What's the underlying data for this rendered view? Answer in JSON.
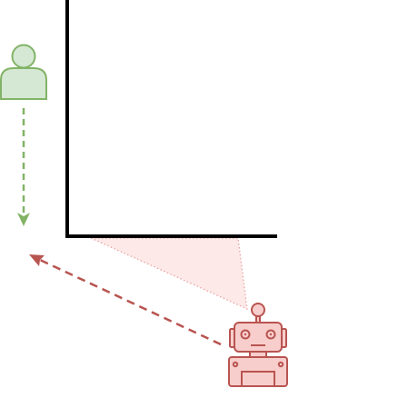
{
  "diagram": {
    "elements": {
      "wall": {
        "color": "#000000"
      },
      "person": {
        "icon": "person-icon",
        "fill": "#d5e8d4",
        "stroke": "#82b366"
      },
      "person_motion": {
        "icon": "arrow-down-icon",
        "style": "dashed",
        "color": "#82b366"
      },
      "sensor_field_of_view": {
        "fill": "#f8cecc",
        "stroke": "#ea9d9b",
        "style": "dotted"
      },
      "robot": {
        "icon": "robot-icon",
        "fill": "#f8cecc",
        "stroke": "#b85450"
      },
      "robot_motion": {
        "icon": "arrow-icon",
        "style": "dashed",
        "color": "#b85450"
      }
    }
  }
}
